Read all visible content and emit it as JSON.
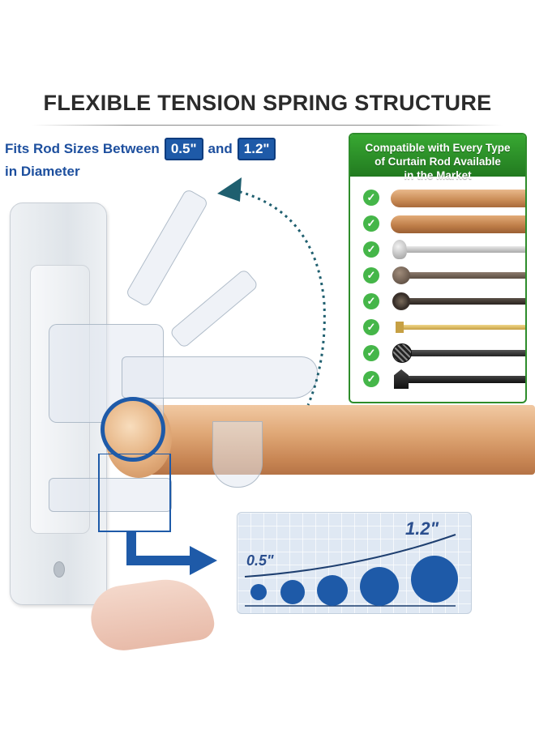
{
  "title": "FLEXIBLE TENSION SPRING STRUCTURE",
  "fits": {
    "prefix": "Fits Rod Sizes Between",
    "min": "0.5\"",
    "conj": "and",
    "max": "1.2\"",
    "suffix": "in Diameter"
  },
  "compat": {
    "line1": "Compatible with Every Type",
    "line2": "of Curtain Rod Available",
    "line3": "in the Market"
  },
  "rods": [
    {
      "kind": "wood-light"
    },
    {
      "kind": "wood-medium"
    },
    {
      "kind": "silver-finial"
    },
    {
      "kind": "bronze-ball"
    },
    {
      "kind": "black-scroll"
    },
    {
      "kind": "gold-thin"
    },
    {
      "kind": "black-lattice"
    },
    {
      "kind": "black-square"
    }
  ],
  "sizes": {
    "small_label": "0.5\"",
    "large_label": "1.2\"",
    "accent": "#1e5aa8"
  },
  "colors": {
    "check": "#45b649",
    "header_green": "#2e8d2b",
    "accent_blue": "#1e5aa8"
  }
}
